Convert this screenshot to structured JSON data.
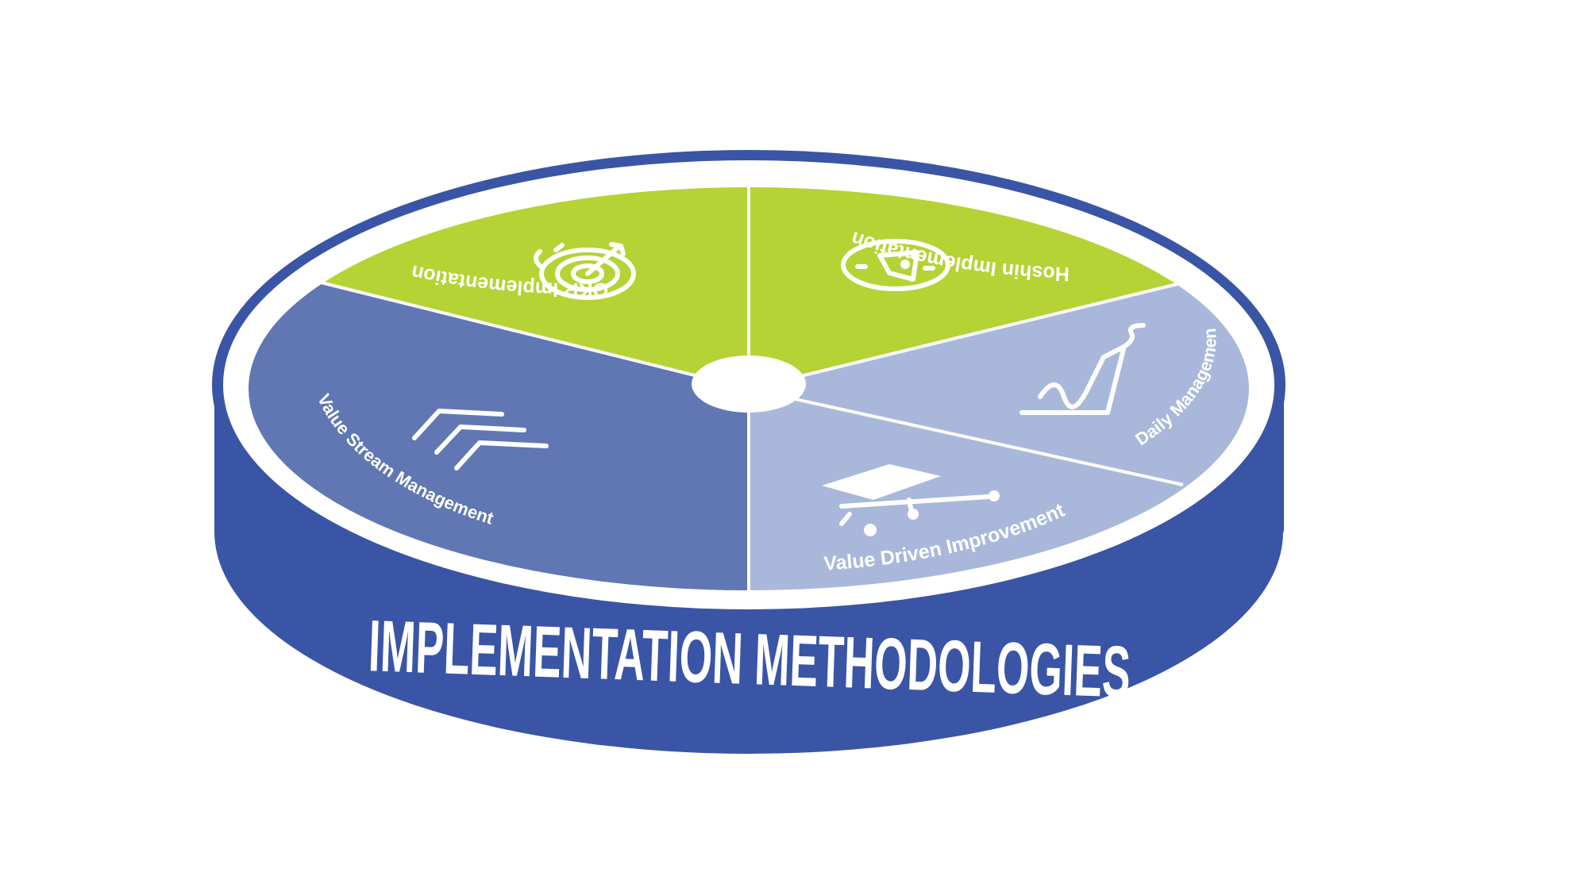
{
  "title": "IMPLEMENTATION METHODOLOGIES",
  "colors": {
    "band": "#3A55A5",
    "rim": "#3A55A5",
    "green": "#B5D334",
    "mid_blue": "#6177B3",
    "light_blue": "#A9B8DA",
    "divider": "#ffffff"
  },
  "segments": [
    {
      "label": "OKR Implementation",
      "icon": "target-arrow-icon",
      "color": "green"
    },
    {
      "label": "Hoshin Implementation",
      "icon": "compass-icon",
      "color": "green"
    },
    {
      "label": "Daily Management",
      "icon": "line-chart-icon",
      "color": "light_blue"
    },
    {
      "label": "Value Driven Improvement",
      "icon": "cart-icon",
      "color": "light_blue"
    },
    {
      "label": "Value Stream Management",
      "icon": "chevrons-icon",
      "color": "mid_blue"
    }
  ]
}
